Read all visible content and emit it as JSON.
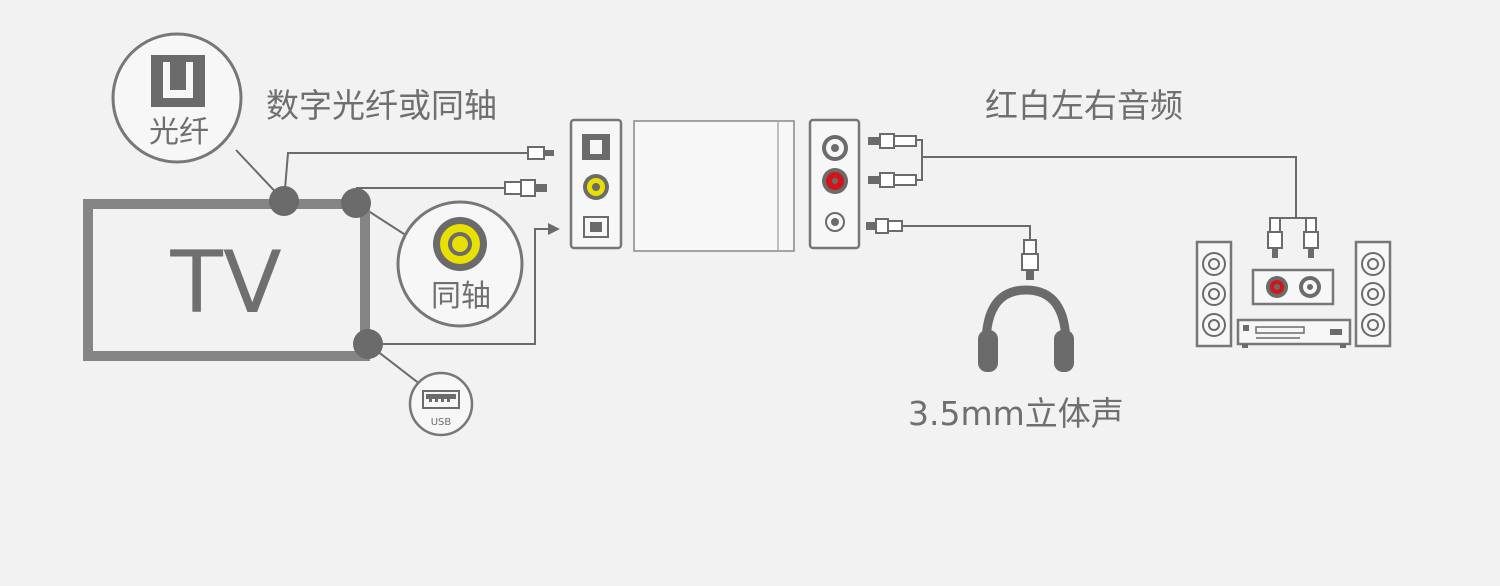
{
  "labels": {
    "tv": "TV",
    "optical_badge": "光纤",
    "coaxial_badge": "同轴",
    "usb_badge": "USB",
    "digital_input": "数字光纤或同轴",
    "analog_output": "红白左右音频",
    "headphone_output": "3.5mm立体声"
  },
  "colors": {
    "background": "#f2f2f2",
    "line": "#6b6b6b",
    "device": "#7a7a7a",
    "coax_yellow": "#e8e000",
    "rca_red": "#d0161b"
  }
}
